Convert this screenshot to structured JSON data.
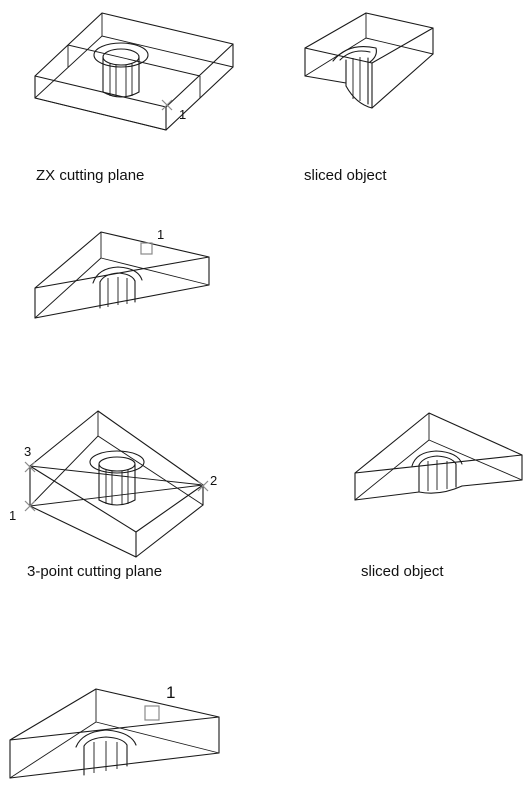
{
  "captions": {
    "zx_cutting_plane": "ZX cutting plane",
    "sliced_object_1": "sliced object",
    "three_point_cutting_plane": "3-point cutting plane",
    "sliced_object_2": "sliced object"
  },
  "markers": {
    "zx_point": "1",
    "pick_point_1": "1",
    "point_1": "1",
    "point_2": "2",
    "point_3": "3",
    "pick_point_2": "1"
  }
}
